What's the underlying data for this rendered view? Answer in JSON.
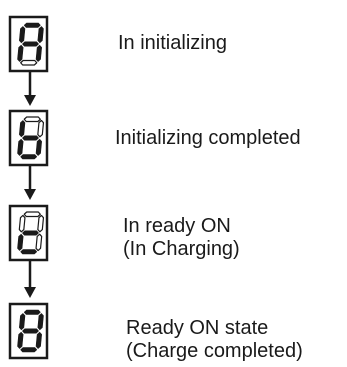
{
  "diagram": {
    "states": [
      {
        "display_char": "A",
        "label_lines": [
          "In initializing"
        ]
      },
      {
        "display_char": "b",
        "label_lines": [
          "Initializing completed"
        ]
      },
      {
        "display_char": "c",
        "label_lines": [
          "In ready ON",
          "(In Charging)"
        ]
      },
      {
        "display_char": "8",
        "label_lines": [
          "Ready ON state",
          "(Charge completed)"
        ]
      }
    ],
    "colors": {
      "frame": "#1a1a1a",
      "segment_lit": "#1a1a1a",
      "segment_unlit": "#ffffff",
      "arrow": "#1a1a1a",
      "text": "#1a1a1a"
    }
  }
}
